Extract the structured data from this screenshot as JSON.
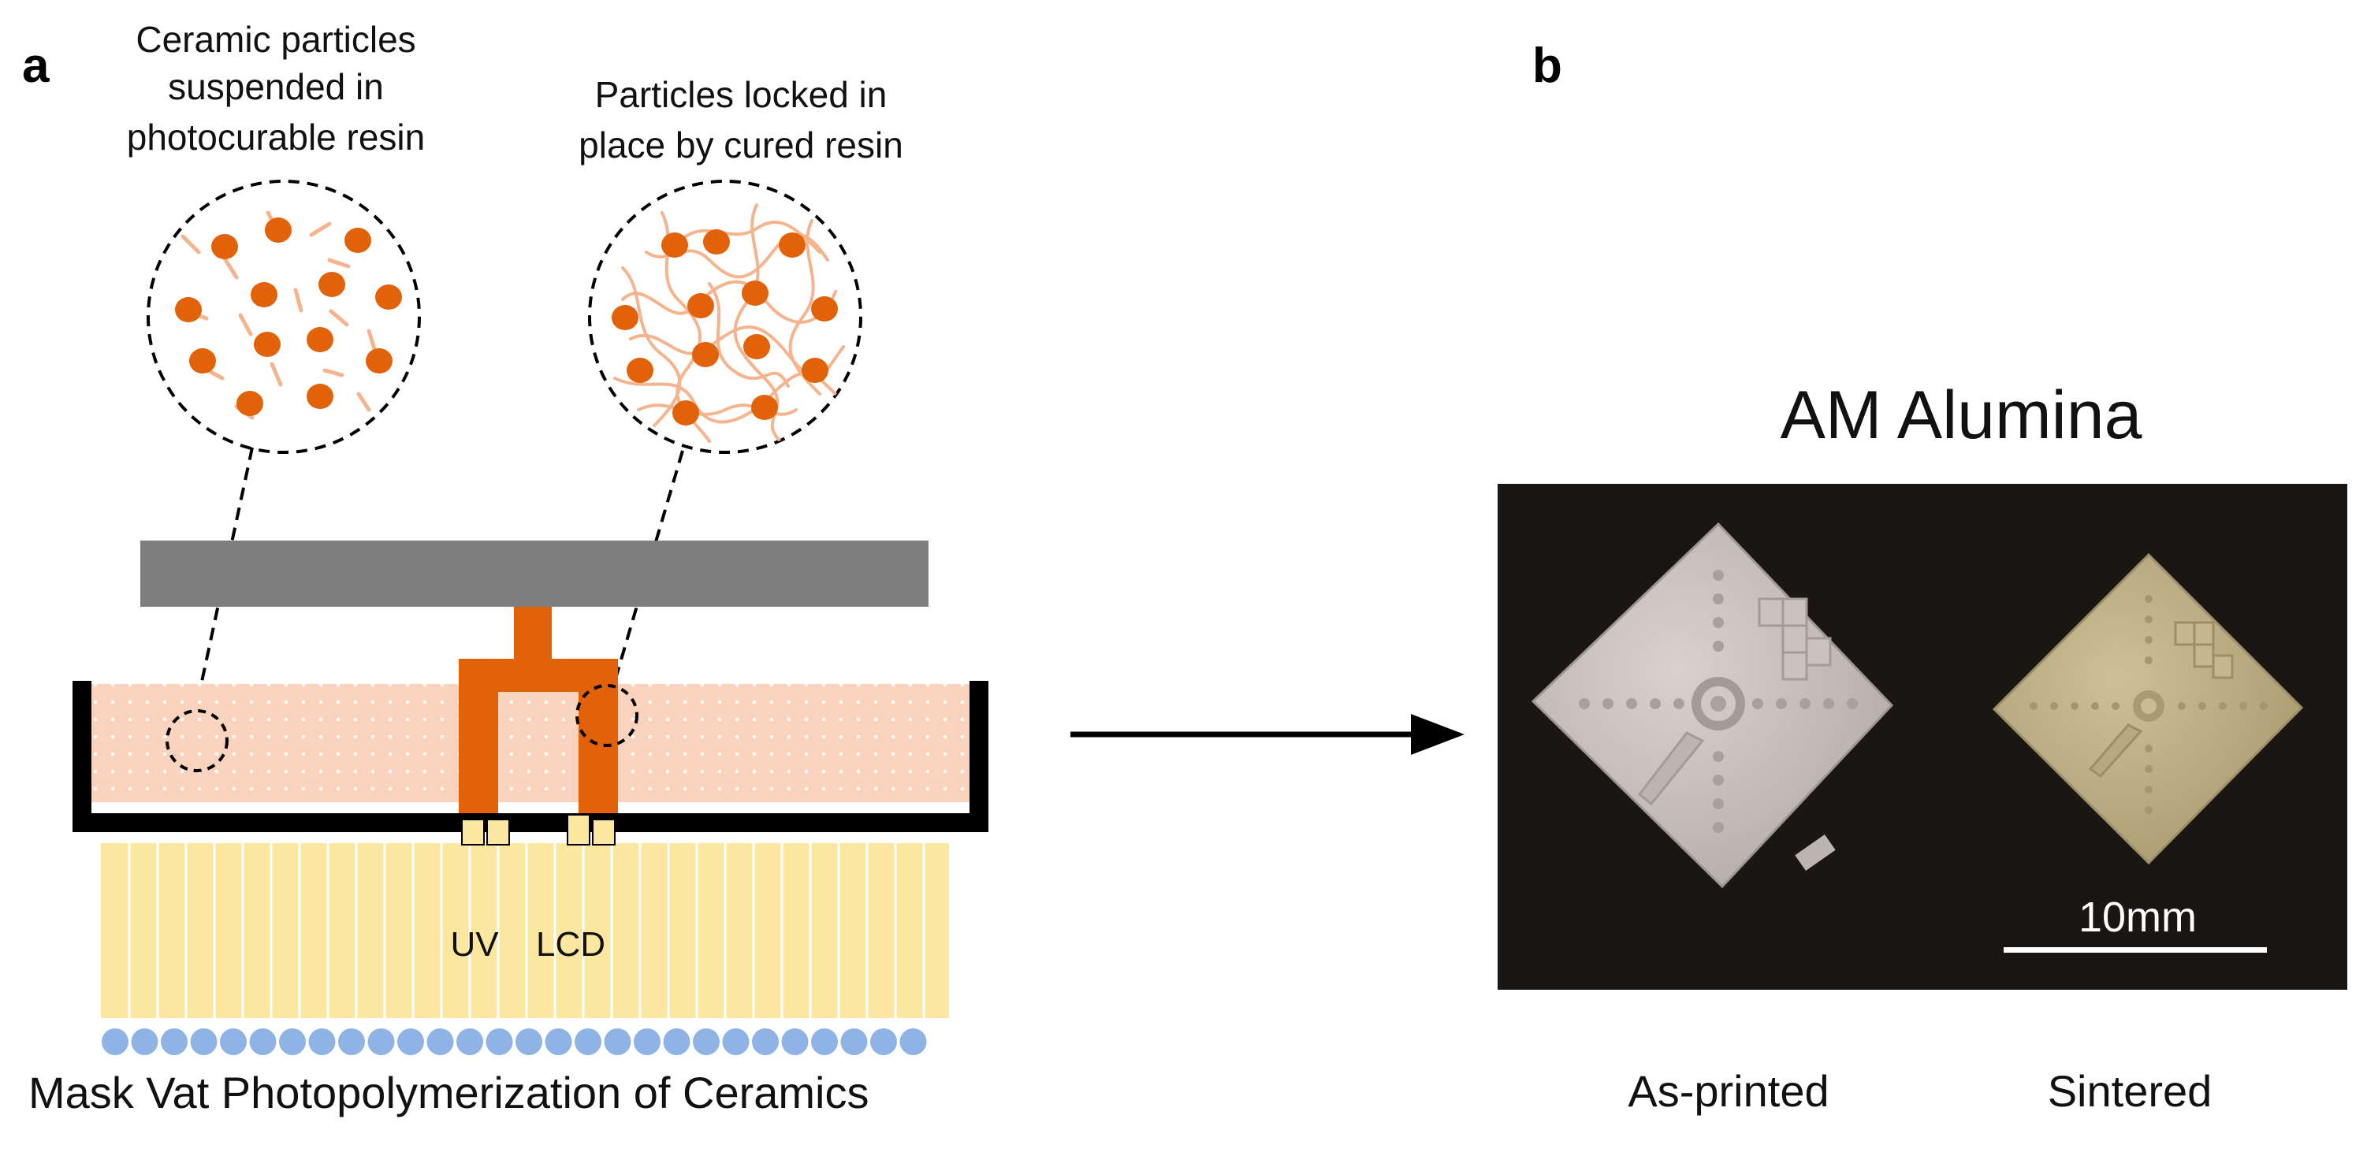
{
  "panel_a": {
    "label": "a",
    "callout_left": [
      "Ceramic particles",
      "suspended in",
      "photocurable resin"
    ],
    "callout_right": [
      "Particles locked in",
      "place by cured resin"
    ],
    "uv_label": "UV",
    "lcd_label": "LCD",
    "caption": "Mask Vat Photopolymerization of Ceramics"
  },
  "panel_b": {
    "label": "b",
    "title": "AM Alumina",
    "scale_bar_label": "10mm",
    "sample_left_label": "As-printed",
    "sample_right_label": "Sintered"
  },
  "colors": {
    "particle": "#E2620A",
    "resin_fill": "#FAD3BF",
    "resin_fiber": "#F5B48E",
    "build_plate": "#7F7F7F",
    "vat_wall": "#000000",
    "led_strip": "#FCE7A1",
    "led_dot": "#8EB3E4",
    "photo_bg": "#1a1614",
    "as_printed_tile": "#c7c0bb",
    "sintered_tile": "#bfb089"
  }
}
